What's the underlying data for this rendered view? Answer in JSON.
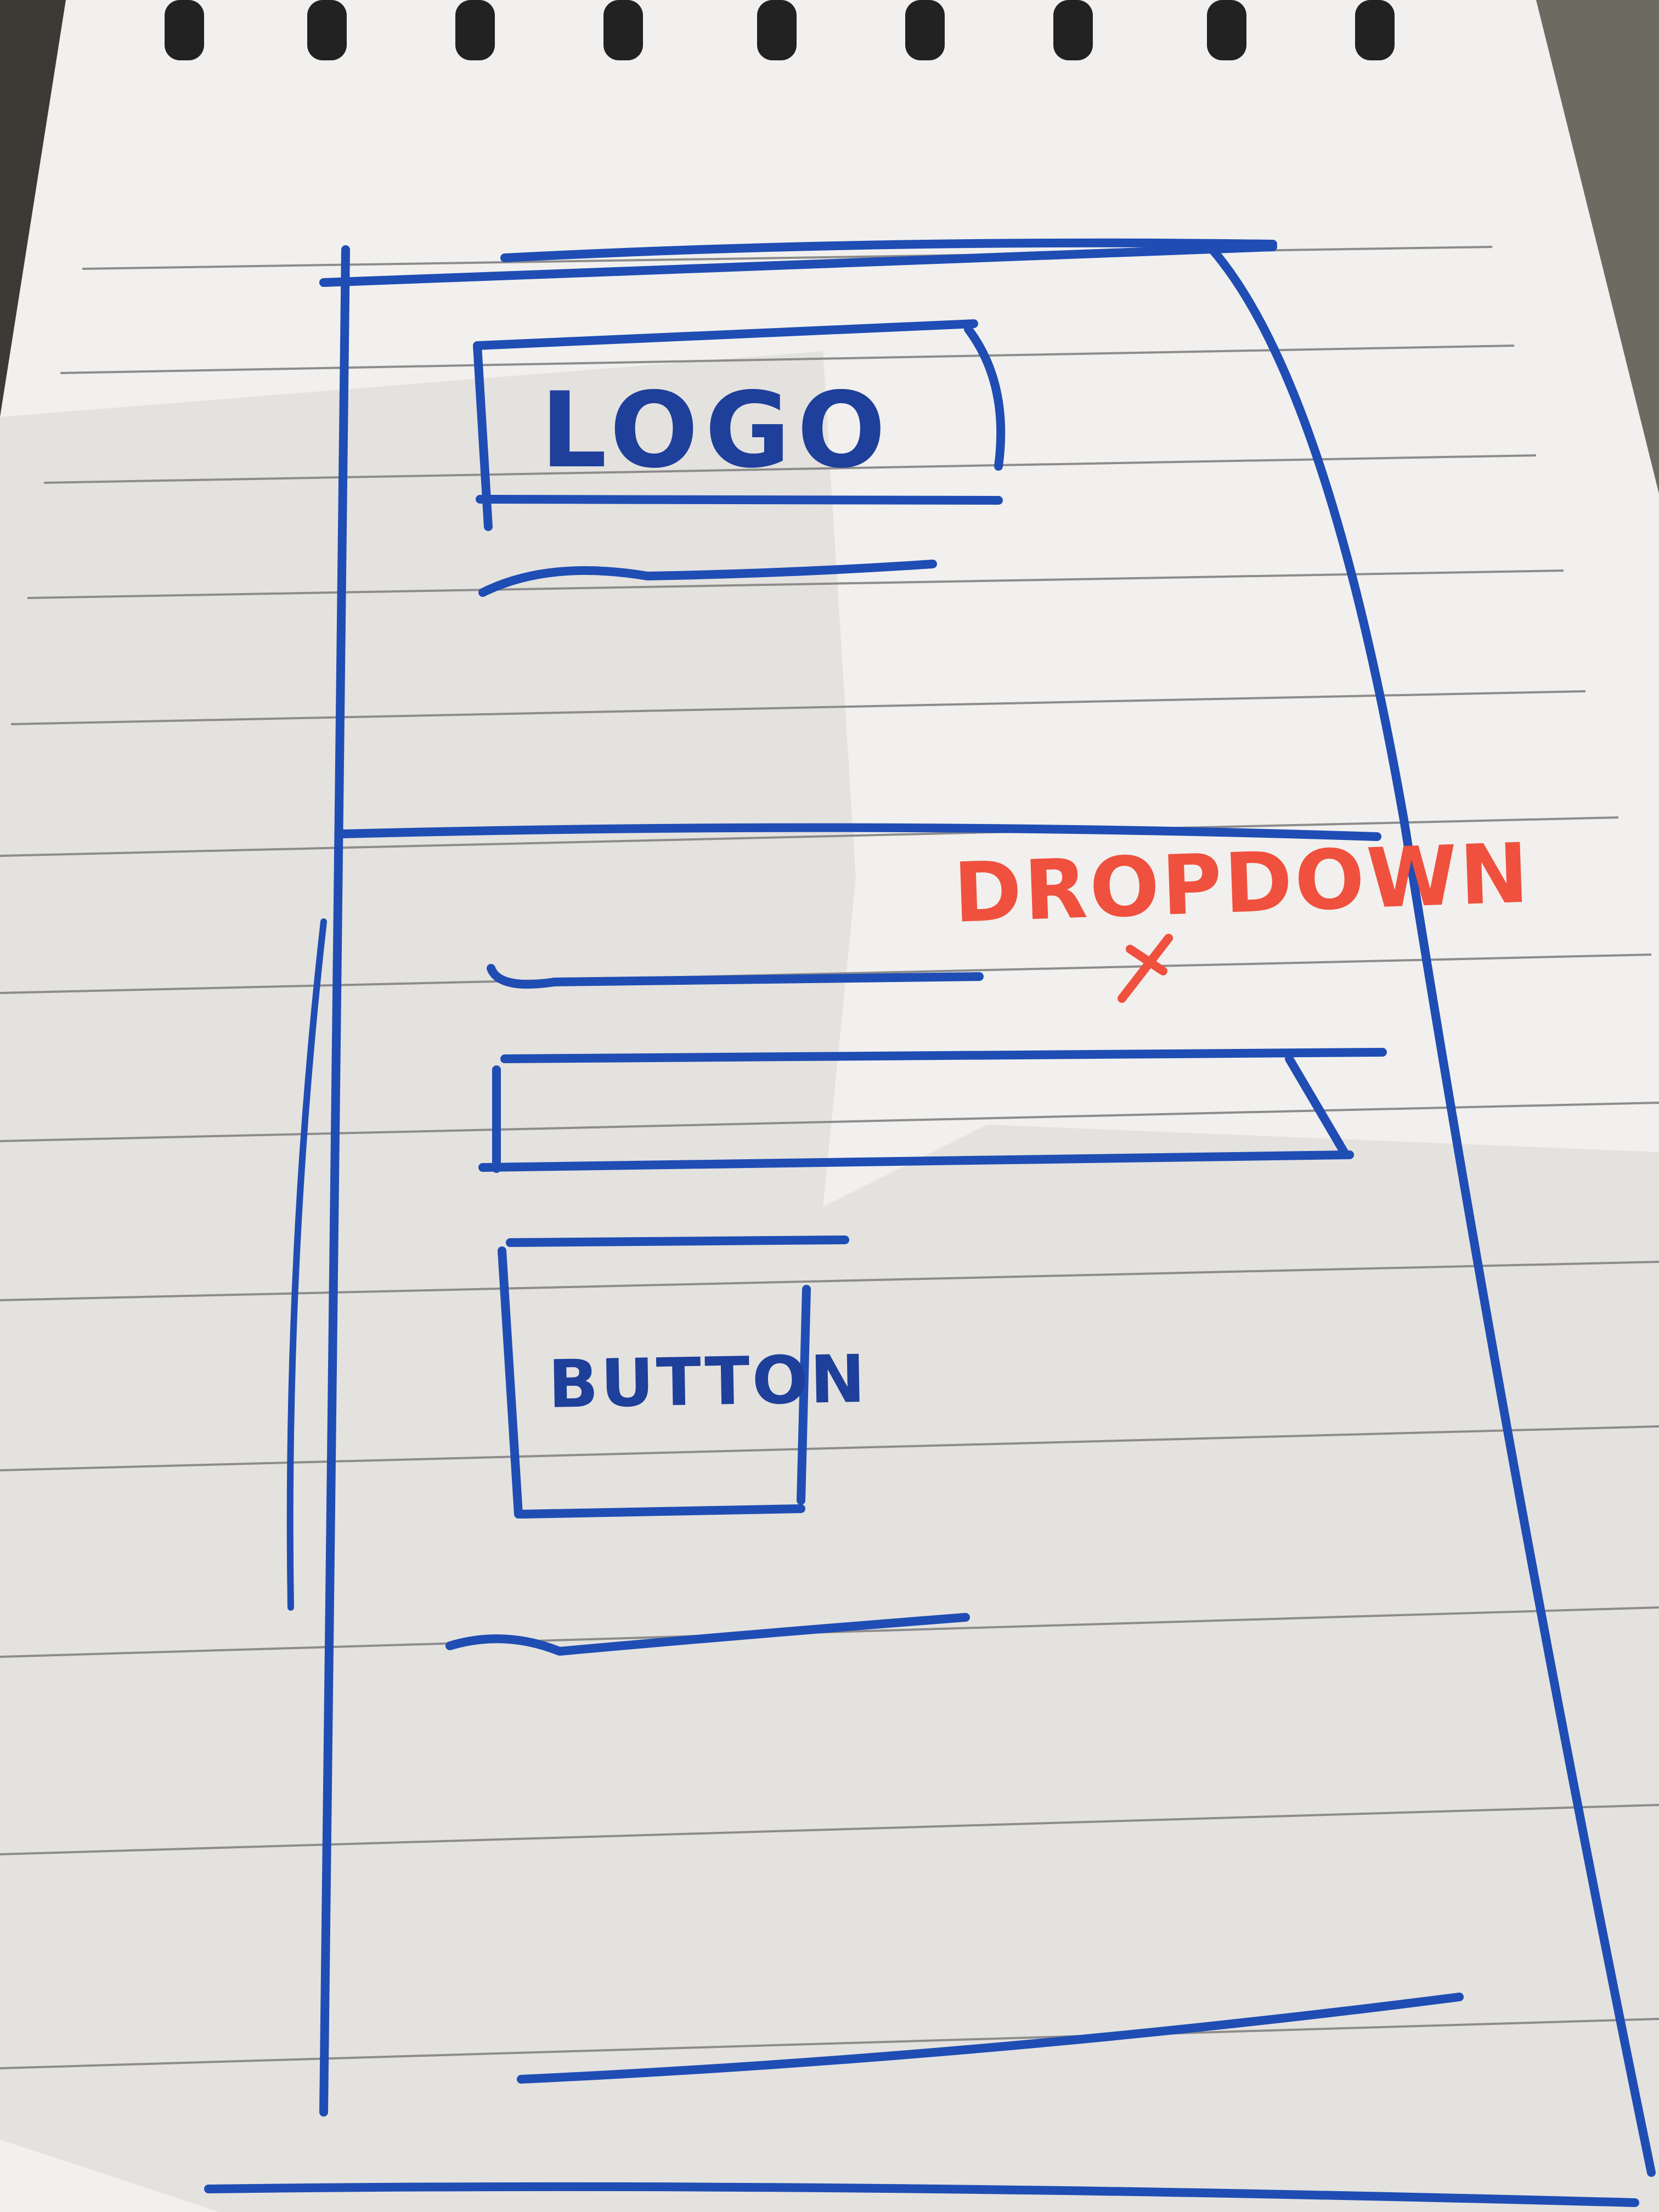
{
  "wireframe": {
    "logo_label": "LOGO",
    "dropdown_note": "DROPDOWN",
    "button_label": "BUTTON"
  },
  "colors": {
    "ink": "#1f4db4",
    "annotation": "#f0503e",
    "paper": "#f1f0ee"
  }
}
